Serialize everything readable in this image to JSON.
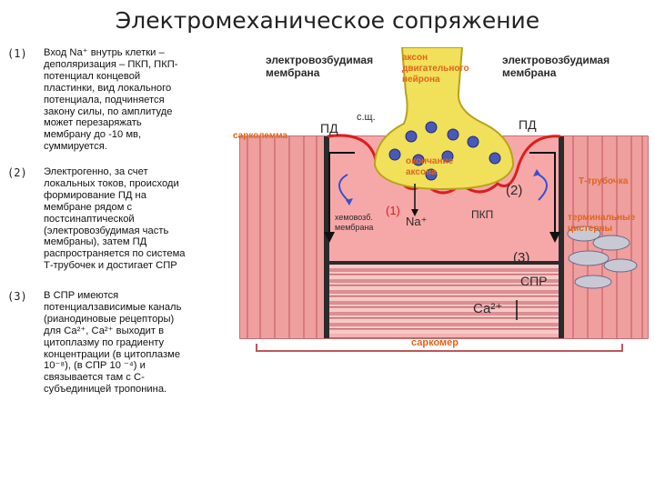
{
  "title": "Электромеханическое сопряжение",
  "items": [
    {
      "num": "(1)",
      "text": "Вход Na⁺ внутрь клетки –\nдеполяризация – ПКП, ПКП-\nпотенциал концевой\nпластинки, вид локального\nпотенциала, подчиняется\nзакону силы, по амплитуде\nможет перезаряжать\nмембрану до -10 мв,\nсуммируется."
    },
    {
      "num": "(2)",
      "text": "Электрогенно, за счет\nлокальных токов, происходи\nформирование ПД на\nмембране рядом с\nпостсинаптической\n(электровозбудимая часть\nмембраны), затем ПД\nраспространяется по система\nТ-трубочек и достигает СПР"
    },
    {
      "num": "(3)",
      "text": "В СПР имеются\nпотенциалзависимые каналь\n(рианодиновые рецепторы)\nдля Са²⁺, Са²⁺ выходит в\nцитоплазму по градиенту\nконцентрации  (в цитоплазме\n10⁻⁸), (в СПР 10 ⁻⁴) и\nсвязывается там с С-\nсубъединицей тропонина."
    }
  ],
  "figure": {
    "label_emem_left": "электровозбудимая\nмембрана",
    "label_emem_right": "электровозбудимая\nмембрана",
    "label_axon": "аксон\nдвигательного\nнейрона",
    "label_sarcolemma": "сарколемма",
    "label_sch": "с.щ.",
    "label_pd_left": "ПД",
    "label_pd_right": "ПД",
    "label_axon_end": "окончание\nаксона",
    "label_1": "(1)",
    "label_2": "(2)",
    "label_na": "Na⁺",
    "label_chem_mem": "хемовозб.\nмембрана",
    "label_pkp": "ПКП",
    "label_ttube": "Т-трубочка",
    "label_cisterns": "терминальные\nцистерны",
    "label_3": "(3)",
    "label_spr": "СПР",
    "label_ca": "Са²⁺",
    "label_sarcomere": "саркомер"
  },
  "colors": {
    "muscle": "#f3b3b0",
    "muscle_dark": "#c0555a",
    "axon": "#f1e05a",
    "orange_label": "#e0651b",
    "label_dark": "#2a2a2a"
  }
}
